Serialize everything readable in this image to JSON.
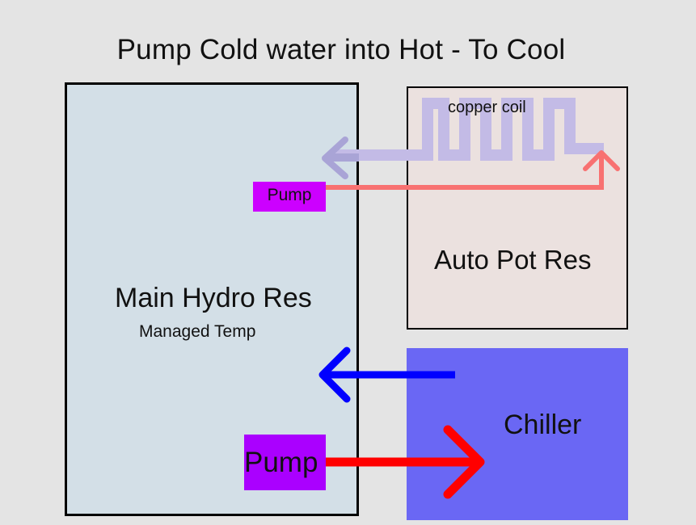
{
  "title": "Pump Cold water into Hot - To Cool",
  "main_reservoir": {
    "label": "Main Hydro Res",
    "sublabel": "Managed Temp",
    "color": "#d3dfe7"
  },
  "auto_pot_reservoir": {
    "label": "Auto Pot Res",
    "color": "#ebe1df"
  },
  "chiller": {
    "label": "Chiller",
    "color": "#6a67f4"
  },
  "coil": {
    "label": "copper coil",
    "color": "#c3bbe6"
  },
  "pumps": [
    {
      "label": "Pump",
      "color": "#cc00ff"
    },
    {
      "label": "Pump",
      "color": "#aa00ff"
    }
  ],
  "flows": [
    {
      "name": "coil-return-to-main",
      "color": "#a9a4d6",
      "direction": "left"
    },
    {
      "name": "pump-to-auto-pot",
      "color": "#f87171",
      "direction": "up"
    },
    {
      "name": "chiller-return-to-main",
      "color": "#0000ff",
      "direction": "left"
    },
    {
      "name": "pump-to-chiller",
      "color": "#ff0000",
      "direction": "right"
    }
  ]
}
